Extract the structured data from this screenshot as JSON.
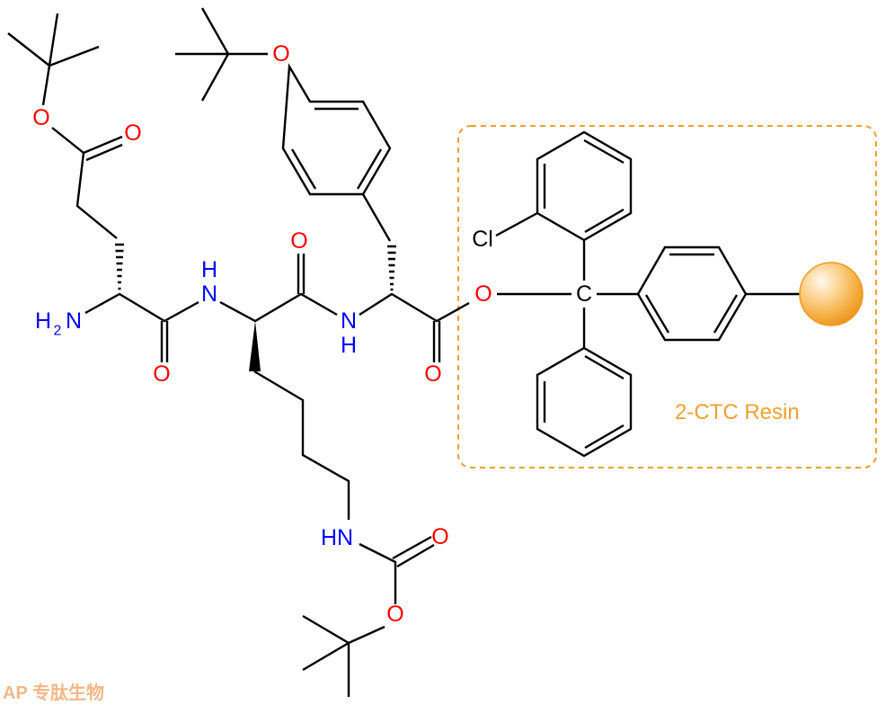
{
  "molecule": {
    "atoms": {
      "o_glu_ester": "O",
      "o_glu_carbonyl": "O",
      "o_tyr_ether": "O",
      "nh2_h": "H",
      "nh2_sub": "2",
      "nh2_n": "N",
      "o_amide1": "O",
      "nh1_n": "N",
      "nh1_h": "H",
      "o_amide2": "O",
      "nh2b_n": "N",
      "nh2b_h": "H",
      "o_ester_carbonyl": "O",
      "o_ester_link": "O",
      "c_trityl": "C",
      "cl": "Cl",
      "hn_lys": "HN",
      "o_boc_carbonyl": "O",
      "o_boc_ether": "O"
    }
  },
  "resin": {
    "label": "2-CTC Resin",
    "color": "#f0a030"
  },
  "watermark": {
    "text": "AP 专肽生物",
    "color": "#f0a060"
  },
  "colors": {
    "oxygen": "#ff0000",
    "nitrogen": "#0000ff",
    "bond": "#000000"
  }
}
